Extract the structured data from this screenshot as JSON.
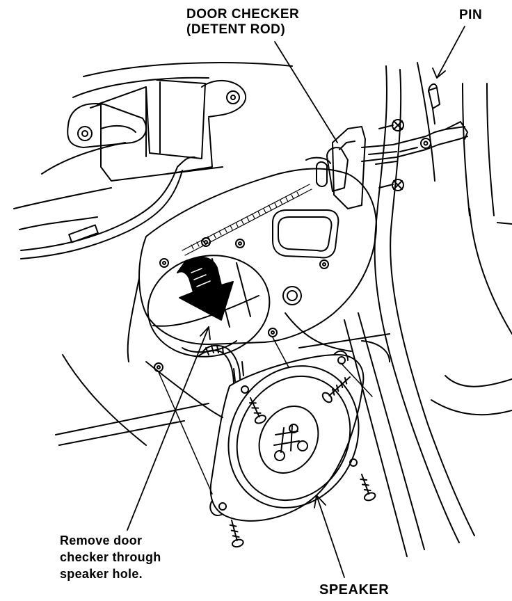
{
  "labels": {
    "door_checker": [
      "DOOR CHECKER",
      "(DETENT ROD)"
    ],
    "pin": "PIN",
    "speaker": "SPEAKER",
    "instruction": [
      "Remove door",
      "checker through",
      "speaker  hole."
    ]
  },
  "colors": {
    "ink": "#000000",
    "paper": "#ffffff"
  }
}
